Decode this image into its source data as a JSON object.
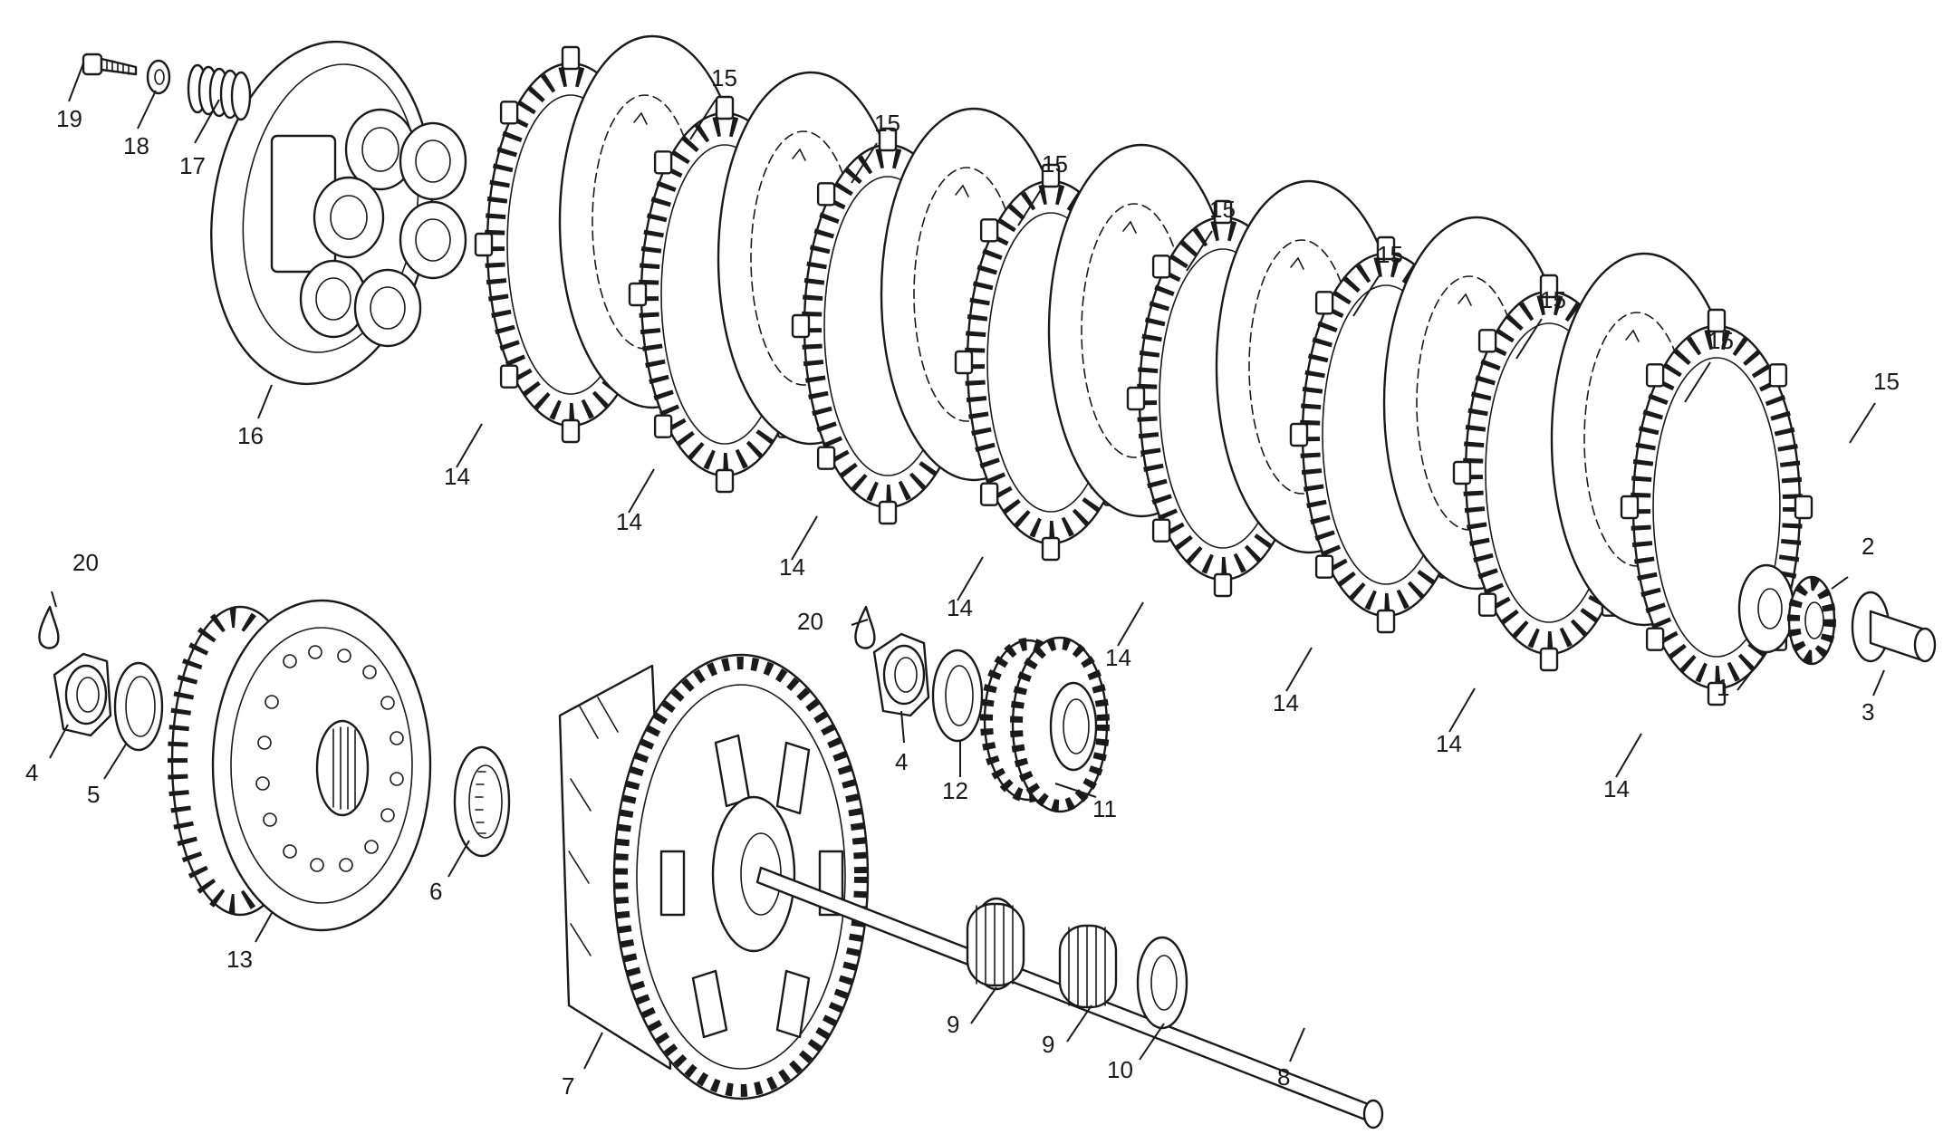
{
  "labels": {
    "p1": "1",
    "p2": "2",
    "p3": "3",
    "p4a": "4",
    "p4b": "4",
    "p5": "5",
    "p6": "6",
    "p7": "7",
    "p8": "8",
    "p9a": "9",
    "p9b": "9",
    "p10": "10",
    "p11": "11",
    "p12": "12",
    "p13": "13",
    "p14": [
      "14",
      "14",
      "14",
      "14",
      "14",
      "14",
      "14",
      "14"
    ],
    "p15": [
      "15",
      "15",
      "15",
      "15",
      "15",
      "15",
      "15",
      "15"
    ],
    "p16": "16",
    "p17": "17",
    "p18": "18",
    "p19": "19",
    "p20a": "20",
    "p20b": "20"
  }
}
